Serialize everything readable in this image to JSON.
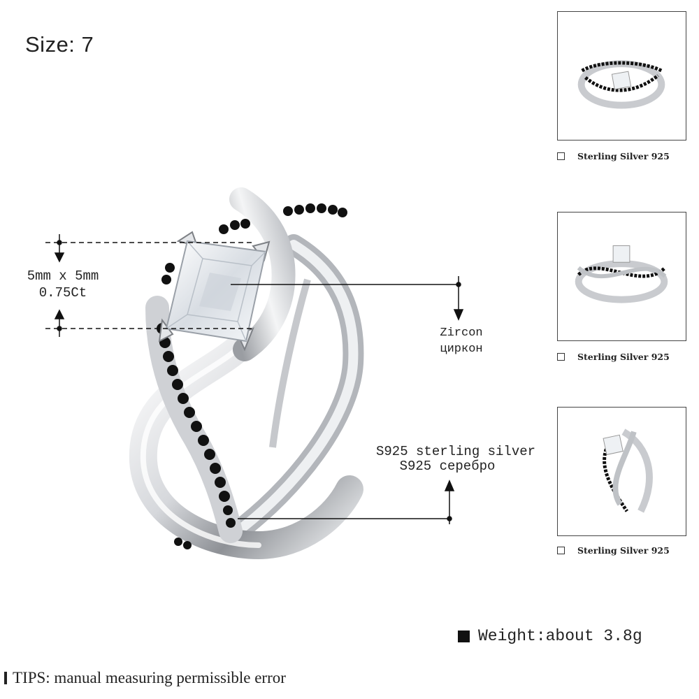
{
  "size_label": "Size: 7",
  "stone_spec": {
    "dimensions": "5mm x 5mm",
    "carat": "0.75Ct"
  },
  "zircon": {
    "en": "Zircon",
    "ru": "циркон"
  },
  "material": {
    "en": "S925 sterling silver",
    "ru": "S925 серебро"
  },
  "thumbnails": [
    {
      "caption": "Sterling Silver 925"
    },
    {
      "caption": "Sterling Silver 925"
    },
    {
      "caption": "Sterling Silver 925"
    }
  ],
  "weight": "Weight:about 3.8g",
  "tips": "TIPS: manual measuring permissible error",
  "colors": {
    "silver": "#d9dbde",
    "onyx": "#111111",
    "zircon": "#eef2f6",
    "text": "#222222"
  }
}
